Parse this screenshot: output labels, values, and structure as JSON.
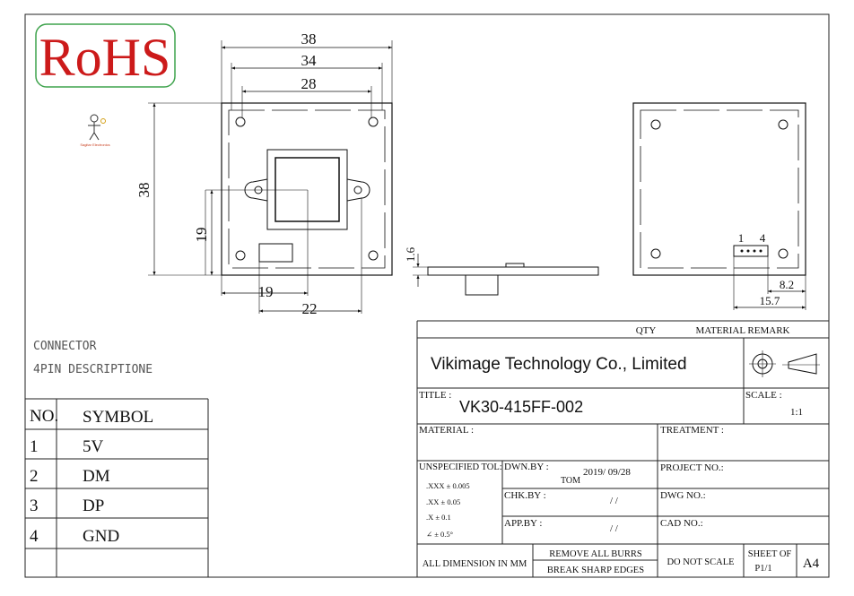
{
  "rohs": {
    "text": "RoHS",
    "color": "#cc1a1a",
    "border_color": "#3fa34d"
  },
  "mascot": {
    "icon": "engineer-figure-icon",
    "caption": "Sagitar Electronics"
  },
  "front_view": {
    "dims": {
      "w38": "38",
      "w34": "34",
      "w28": "28",
      "h38": "38",
      "h19": "19",
      "b19": "19",
      "b22": "22"
    }
  },
  "side_view": {
    "thickness": "1.6"
  },
  "back_view": {
    "pin_first": "1",
    "pin_last": "4",
    "d82": "8.2",
    "d157": "15.7"
  },
  "connector_desc": {
    "line1": "CONNECTOR",
    "line2": "4PIN DESCRIPTIONE"
  },
  "pin_table": {
    "headers": [
      "NO.",
      "SYMBOL"
    ],
    "rows": [
      {
        "no": "1",
        "symbol": "5V"
      },
      {
        "no": "2",
        "symbol": "DM"
      },
      {
        "no": "3",
        "symbol": "DP"
      },
      {
        "no": "4",
        "symbol": "GND"
      }
    ]
  },
  "title_block": {
    "qty": "QTY",
    "material_remark": "MATERIAL REMARK",
    "company": "Vikimage Technology Co., Limited",
    "title_label": "TITLE :",
    "title": "VK30-415FF-002",
    "scale_label": "SCALE :",
    "scale": "1:1",
    "material": "MATERIAL :",
    "treatment": "TREATMENT :",
    "unspecified_tol": "UNSPECIFIED TOL:",
    "tol_xxx": ".XXX  ±  0.005",
    "tol_xx": ".XX  ±  0.05",
    "tol_x": ".X  ±  0.1",
    "tol_angle": "∠  ±  0.5°",
    "dwn_by": "DWN.BY :",
    "dwn_name": "TOM",
    "dwn_date": "2019/ 09/28",
    "chk_by": "CHK.BY :",
    "chk_date": "/   /",
    "app_by": "APP.BY :",
    "app_date": "/   /",
    "project_no": "PROJECT NO.:",
    "dwg_no": "DWG NO.:",
    "cad_no": "CAD NO.:",
    "all_dimension": "ALL DIMENSION IN MM",
    "remove_burrs": "REMOVE ALL BURRS",
    "break_edges": "BREAK SHARP EDGES",
    "do_not_scale": "DO NOT SCALE",
    "sheet_of": "SHEET OF",
    "sheet": "P1/1",
    "size": "A4"
  }
}
